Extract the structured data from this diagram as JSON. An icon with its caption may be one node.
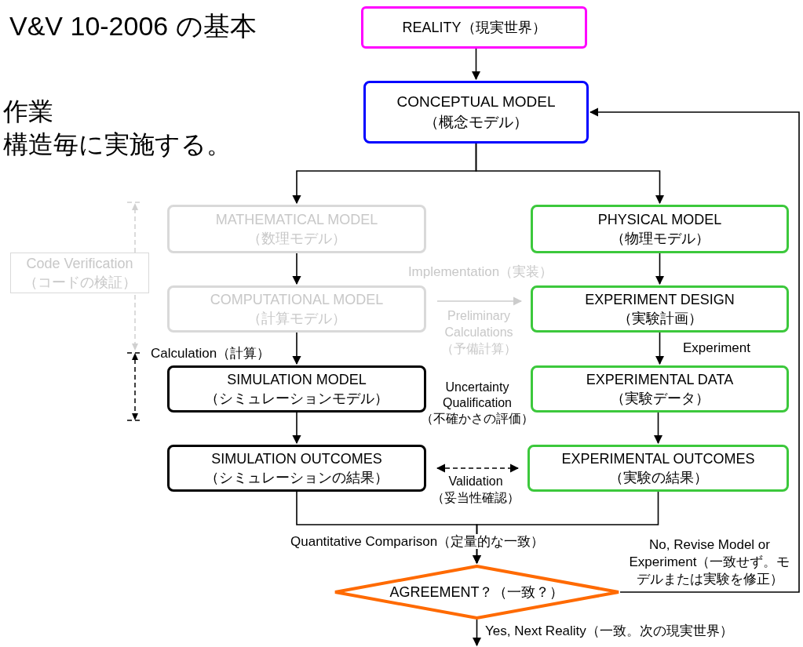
{
  "diagram": {
    "title": "V&V 10-2006 の基本",
    "nodes": [
      {
        "text": [
          "REALITY（現実世界）"
        ]
      },
      {
        "text": [
          "CONCEPTUAL MODEL",
          "（概念モデル）"
        ]
      },
      {
        "text": [
          "MATHEMATICAL MODEL",
          "（数理モデル）"
        ]
      },
      {
        "text": [
          "PHYSICAL MODEL",
          "（物理モデル）"
        ]
      },
      {
        "text": [
          "COMPUTATIONAL MODEL",
          "（計算モデル）"
        ]
      },
      {
        "text": [
          "EXPERIMENT DESIGN",
          "（実験計画）"
        ]
      },
      {
        "text": [
          "SIMULATION MODEL",
          "（シミュレーションモデル）"
        ]
      },
      {
        "text": [
          "EXPERIMENTAL DATA",
          "（実験データ）"
        ]
      },
      {
        "text": [
          "SIMULATION OUTCOMES",
          "（シミュレーションの結果）"
        ]
      },
      {
        "text": [
          "EXPERIMENTAL OUTCOMES",
          "（実験の結果）"
        ]
      },
      {
        "text": [
          "AGREEMENT？（一致？）"
        ]
      },
      {
        "text": [
          "Code Verification （コードの検証）"
        ]
      }
    ],
    "edges": [
      {
        "from": 0,
        "to": 1,
        "arrow": "to"
      },
      {
        "from": 1,
        "to": 2,
        "arrow": "to"
      },
      {
        "from": 1,
        "to": 3,
        "arrow": "to"
      },
      {
        "from": 2,
        "to": 4,
        "arrow": "to"
      },
      {
        "from": 4,
        "to": 6,
        "arrow": "to",
        "label": "Calculation（計算）"
      },
      {
        "from": 3,
        "to": 5,
        "arrow": "to"
      },
      {
        "from": 4,
        "to": 5,
        "arrow": "to",
        "label": "Preliminary Calculations （予備計算）",
        "color": "#cccccc"
      },
      {
        "from": 5,
        "to": 7,
        "arrow": "to",
        "label": "Experiment"
      },
      {
        "from": 6,
        "to": 8,
        "arrow": "to"
      },
      {
        "from": 7,
        "to": 9,
        "arrow": "to"
      },
      {
        "from": 8,
        "to": 9,
        "arrow": "both",
        "style": "dashed",
        "label": "Validation （妥当性確認）"
      },
      {
        "from": 8,
        "to": 10,
        "arrow": "to",
        "label": "Quantitative Comparison（定量的な一致）"
      },
      {
        "from": 9,
        "to": 10,
        "arrow": "to"
      },
      {
        "from": 10,
        "to": 1,
        "arrow": "to",
        "label": "No, Revise Model or Experiment（一致せず。モデルまたは実験を修正）"
      },
      {
        "from": 10,
        "to": null,
        "arrow": "to",
        "label": "Yes, Next Reality（一致。次の現実世界）"
      }
    ],
    "labels": [
      "作業",
      "構造毎に実施する。",
      "Implementation（実装）",
      "Uncertainty Qualification （不確かさの評価）"
    ]
  }
}
